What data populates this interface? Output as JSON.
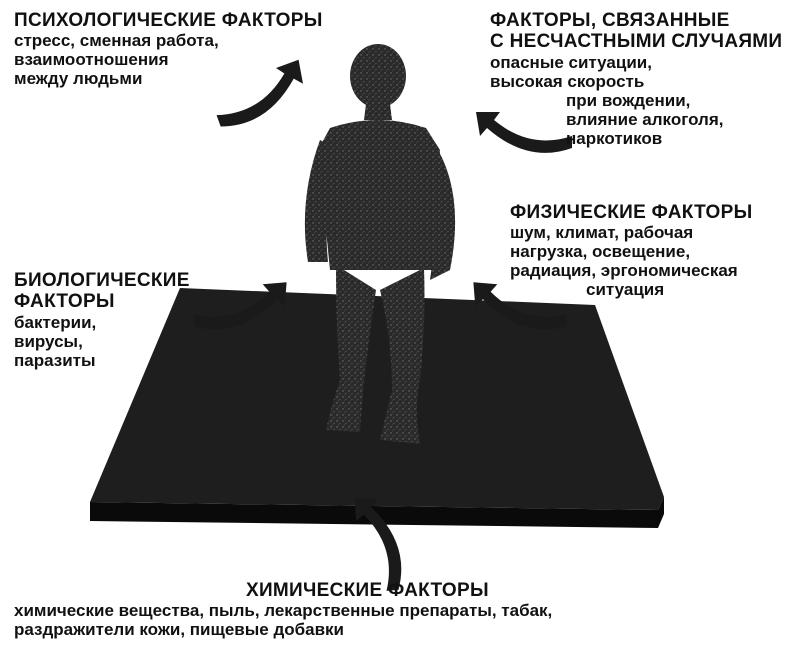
{
  "factors": {
    "psychological": {
      "title": "ПСИХОЛОГИЧЕСКИЕ ФАКТОРЫ",
      "lines": [
        "стресс, сменная работа,",
        "взаимоотношения",
        "между людьми"
      ]
    },
    "accidents": {
      "title_lines": [
        "ФАКТОРЫ, СВЯЗАННЫЕ",
        "С НЕСЧАСТНЫМИ СЛУЧАЯМИ"
      ],
      "lines": [
        "опасные ситуации,",
        "высокая скорость",
        "при вождении,",
        "влияние алкоголя,",
        "наркотиков"
      ]
    },
    "physical": {
      "title": "ФИЗИЧЕСКИЕ ФАКТОРЫ",
      "lines": [
        "шум, климат, рабочая",
        "нагрузка, освещение,",
        "радиация, эргономическая",
        "ситуация"
      ]
    },
    "biological": {
      "title_lines": [
        "БИОЛОГИЧЕСКИЕ",
        "ФАКТОРЫ"
      ],
      "lines": [
        "бактерии,",
        "вирусы,",
        "паразиты"
      ]
    },
    "chemical": {
      "title": "ХИМИЧЕСКИЕ ФАКТОРЫ",
      "lines": [
        "химические вещества, пыль, лекарственные препараты, табак,",
        "раздражители кожи, пищевые добавки"
      ]
    }
  },
  "colors": {
    "text": "#111111",
    "platform_top": "#1e1e1e",
    "platform_side": "#0a0a0a",
    "figure": "#2a2a2a",
    "arrow": "#1a1a1a"
  },
  "icons": {
    "figure": "human-figure-icon",
    "platform": "platform-slab-icon",
    "arrow": "curved-arrow-icon"
  }
}
